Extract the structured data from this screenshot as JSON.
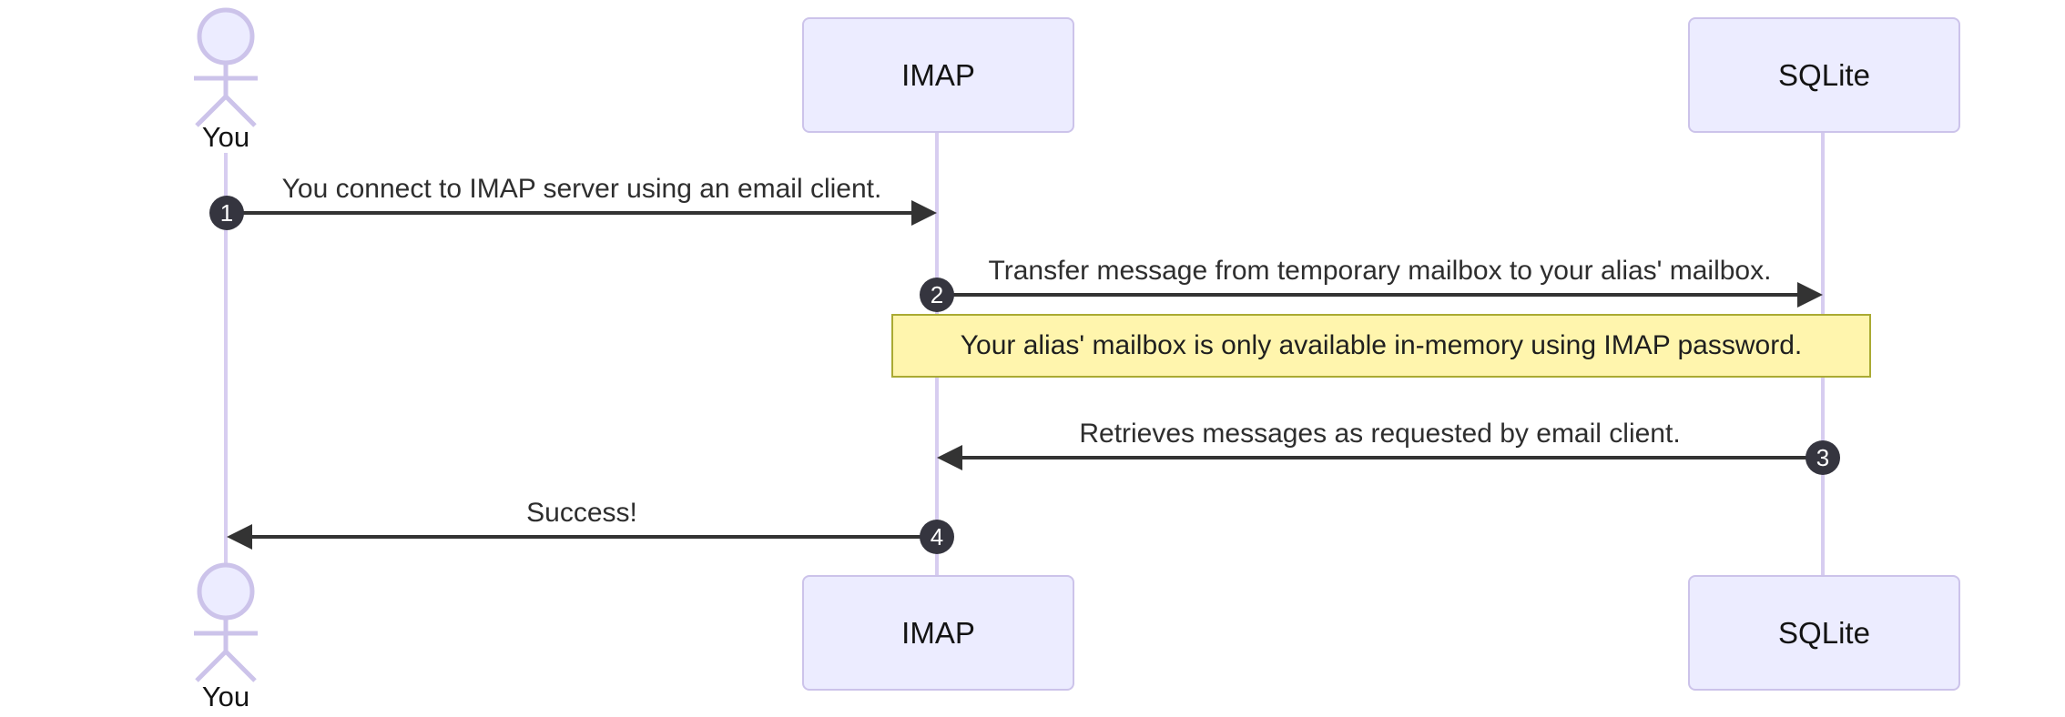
{
  "diagram": {
    "type": "sequence-diagram",
    "background": "#FFFFFF",
    "colors": {
      "participant_fill": "#ECECFF",
      "participant_border": "#CCC3EA",
      "lifeline": "#D7CDF0",
      "actor_stroke": "#CCC3EA",
      "note_fill": "#FFF5AD",
      "note_border": "#AAAA33",
      "arrow": "#333333",
      "number_badge_fill": "#35353F",
      "number_badge_text": "#FFFFFF",
      "text": "#2E2E2E"
    },
    "actors": [
      {
        "id": "you",
        "kind": "actor",
        "label": "You"
      },
      {
        "id": "imap",
        "kind": "participant",
        "label": "IMAP"
      },
      {
        "id": "sqlite",
        "kind": "participant",
        "label": "SQLite"
      }
    ],
    "messages": [
      {
        "seq": "1",
        "from": "you",
        "to": "imap",
        "direction": "right",
        "text": "You connect to IMAP server using an email client."
      },
      {
        "seq": "2",
        "from": "imap",
        "to": "sqlite",
        "direction": "right",
        "text": "Transfer message from temporary mailbox to your alias' mailbox."
      },
      {
        "seq": "3",
        "from": "sqlite",
        "to": "imap",
        "direction": "left",
        "text": "Retrieves messages as requested by email client."
      },
      {
        "seq": "4",
        "from": "imap",
        "to": "you",
        "direction": "left",
        "text": "Success!"
      }
    ],
    "note": {
      "over": "imap,sqlite",
      "text": "Your alias' mailbox is only available in-memory using IMAP password."
    }
  }
}
